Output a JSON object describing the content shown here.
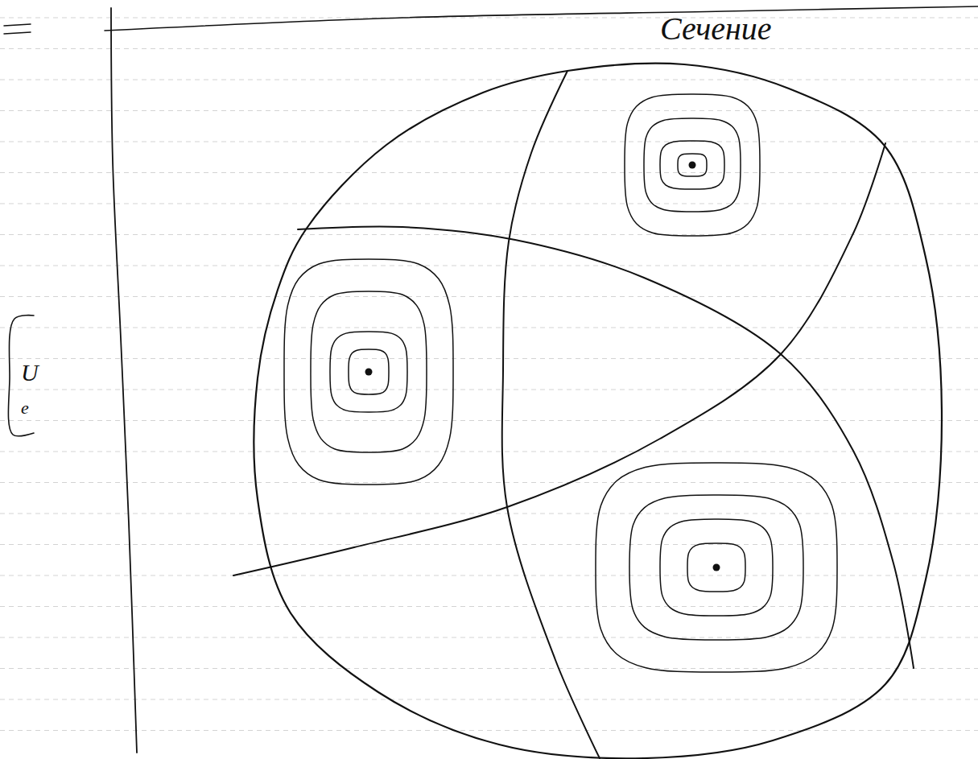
{
  "diagram": {
    "labels": [
      "Сечение",
      "U",
      "e"
    ]
  }
}
